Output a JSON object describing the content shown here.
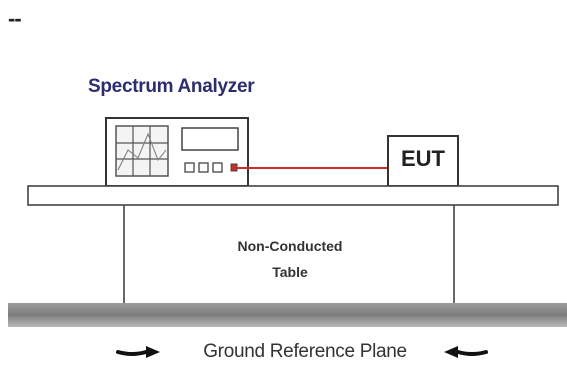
{
  "header": {
    "dash": "--"
  },
  "diagram": {
    "analyzer_title": "Spectrum Analyzer",
    "eut_label": "EUT",
    "table_label_line1": "Non-Conducted",
    "table_label_line2": "Table",
    "ground_label": "Ground Reference Plane",
    "colors": {
      "cable": "#d22a2a",
      "title": "#2b2d6e",
      "ground": "#8a8a8a"
    }
  }
}
